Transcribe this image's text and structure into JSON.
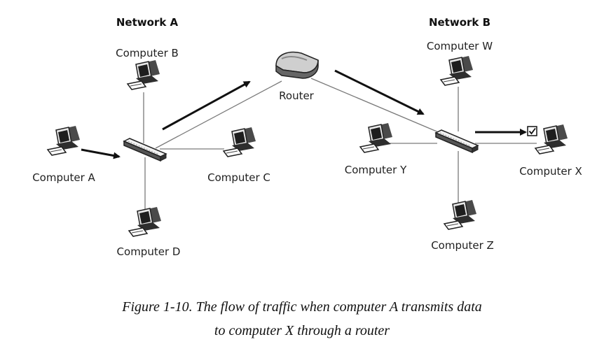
{
  "networks": {
    "a_title": "Network A",
    "b_title": "Network B"
  },
  "computers": {
    "a": "Computer A",
    "b": "Computer B",
    "c": "Computer C",
    "d": "Computer D",
    "w": "Computer W",
    "x": "Computer X",
    "y": "Computer Y",
    "z": "Computer Z"
  },
  "router": {
    "label": "Router"
  },
  "caption": {
    "line1": "Figure 1-10. The flow of traffic when computer A transmits data",
    "line2": "to computer X through a router"
  },
  "icons": {
    "computer": "computer-icon",
    "switch": "switch-icon",
    "router": "router-icon",
    "checkmark": "checkbox-icon",
    "arrow": "arrow-icon"
  }
}
